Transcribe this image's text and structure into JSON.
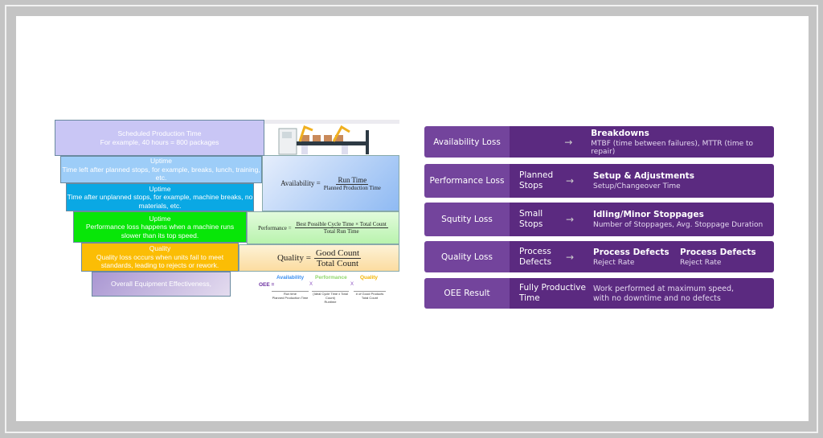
{
  "diagram": {
    "scheduled": {
      "title": "Scheduled Production Time",
      "text": "For example, 40 hours = 800 packages"
    },
    "uptime1": {
      "title": "Uptime",
      "text": "Time left after planned stops, for example, breaks, lunch, training, etc."
    },
    "uptime2": {
      "title": "Uptime",
      "text": "Time after unplanned stops, for example, machine breaks, no materials, etc."
    },
    "uptime3": {
      "title": "Uptime",
      "text": "Performance loss happens when a machine runs slower than its top speed."
    },
    "quality": {
      "title": "Quality",
      "text": "Quality loss occurs when units fail to meet standards, leading to rejects or rework."
    },
    "oee": {
      "text": "Overall Equipment Effectiveness,"
    },
    "availability_formula": {
      "label": "Availability =",
      "num": "Run Time",
      "den": "Planned Production Time"
    },
    "performance_formula": {
      "label": "Performance =",
      "num": "Best Possible Cycle Time × Total Count",
      "den": "Total Run Time"
    },
    "quality_formula": {
      "label": "Quality =",
      "num": "Good Count",
      "den": "Total Count"
    },
    "oee_formula": {
      "label": "OEE =",
      "x": "X",
      "availability": "Availability",
      "performance": "Performance",
      "quality": "Quality",
      "a_num": "Run time",
      "a_den": "Planned Production Time",
      "p_num": "(Ideal Cycle Time x Total Count)",
      "p_den": "Runtime",
      "q_num": "# of Good Products",
      "q_den": "Total Count"
    },
    "colors": {
      "scheduled": "#c9c6f5",
      "uptime1": "#9dcdf8",
      "uptime2": "#0aa8e4",
      "uptime3": "#08e608",
      "quality": "#fbbd05",
      "oee": "#b7a6d6"
    }
  },
  "table": {
    "arrow": "→",
    "rows": [
      {
        "label": "Availability Loss",
        "mid": "",
        "title": "Breakdowns",
        "sub": "MTBF (time between failures), MTTR (time to repair)"
      },
      {
        "label": "Performance Loss",
        "mid": "Planned Stops",
        "title": "Setup & Adjustments",
        "sub": "Setup/Changeover Time"
      },
      {
        "label": "Squtity Loss",
        "mid": "Small Stops",
        "title": "Idling/Minor Stoppages",
        "sub": "Number of Stoppages, Avg. Stoppage Duration"
      },
      {
        "label": "Quality Loss",
        "mid": "Process Defects",
        "title": "Process Defects",
        "sub": "Reject Rate",
        "title2": "Process Defects",
        "sub2": "Reject Rate"
      },
      {
        "label": "OEE Result",
        "mid": "Fully Productive Time",
        "sub": "Work performed at maximum speed, with no downtime and no defects"
      }
    ]
  }
}
